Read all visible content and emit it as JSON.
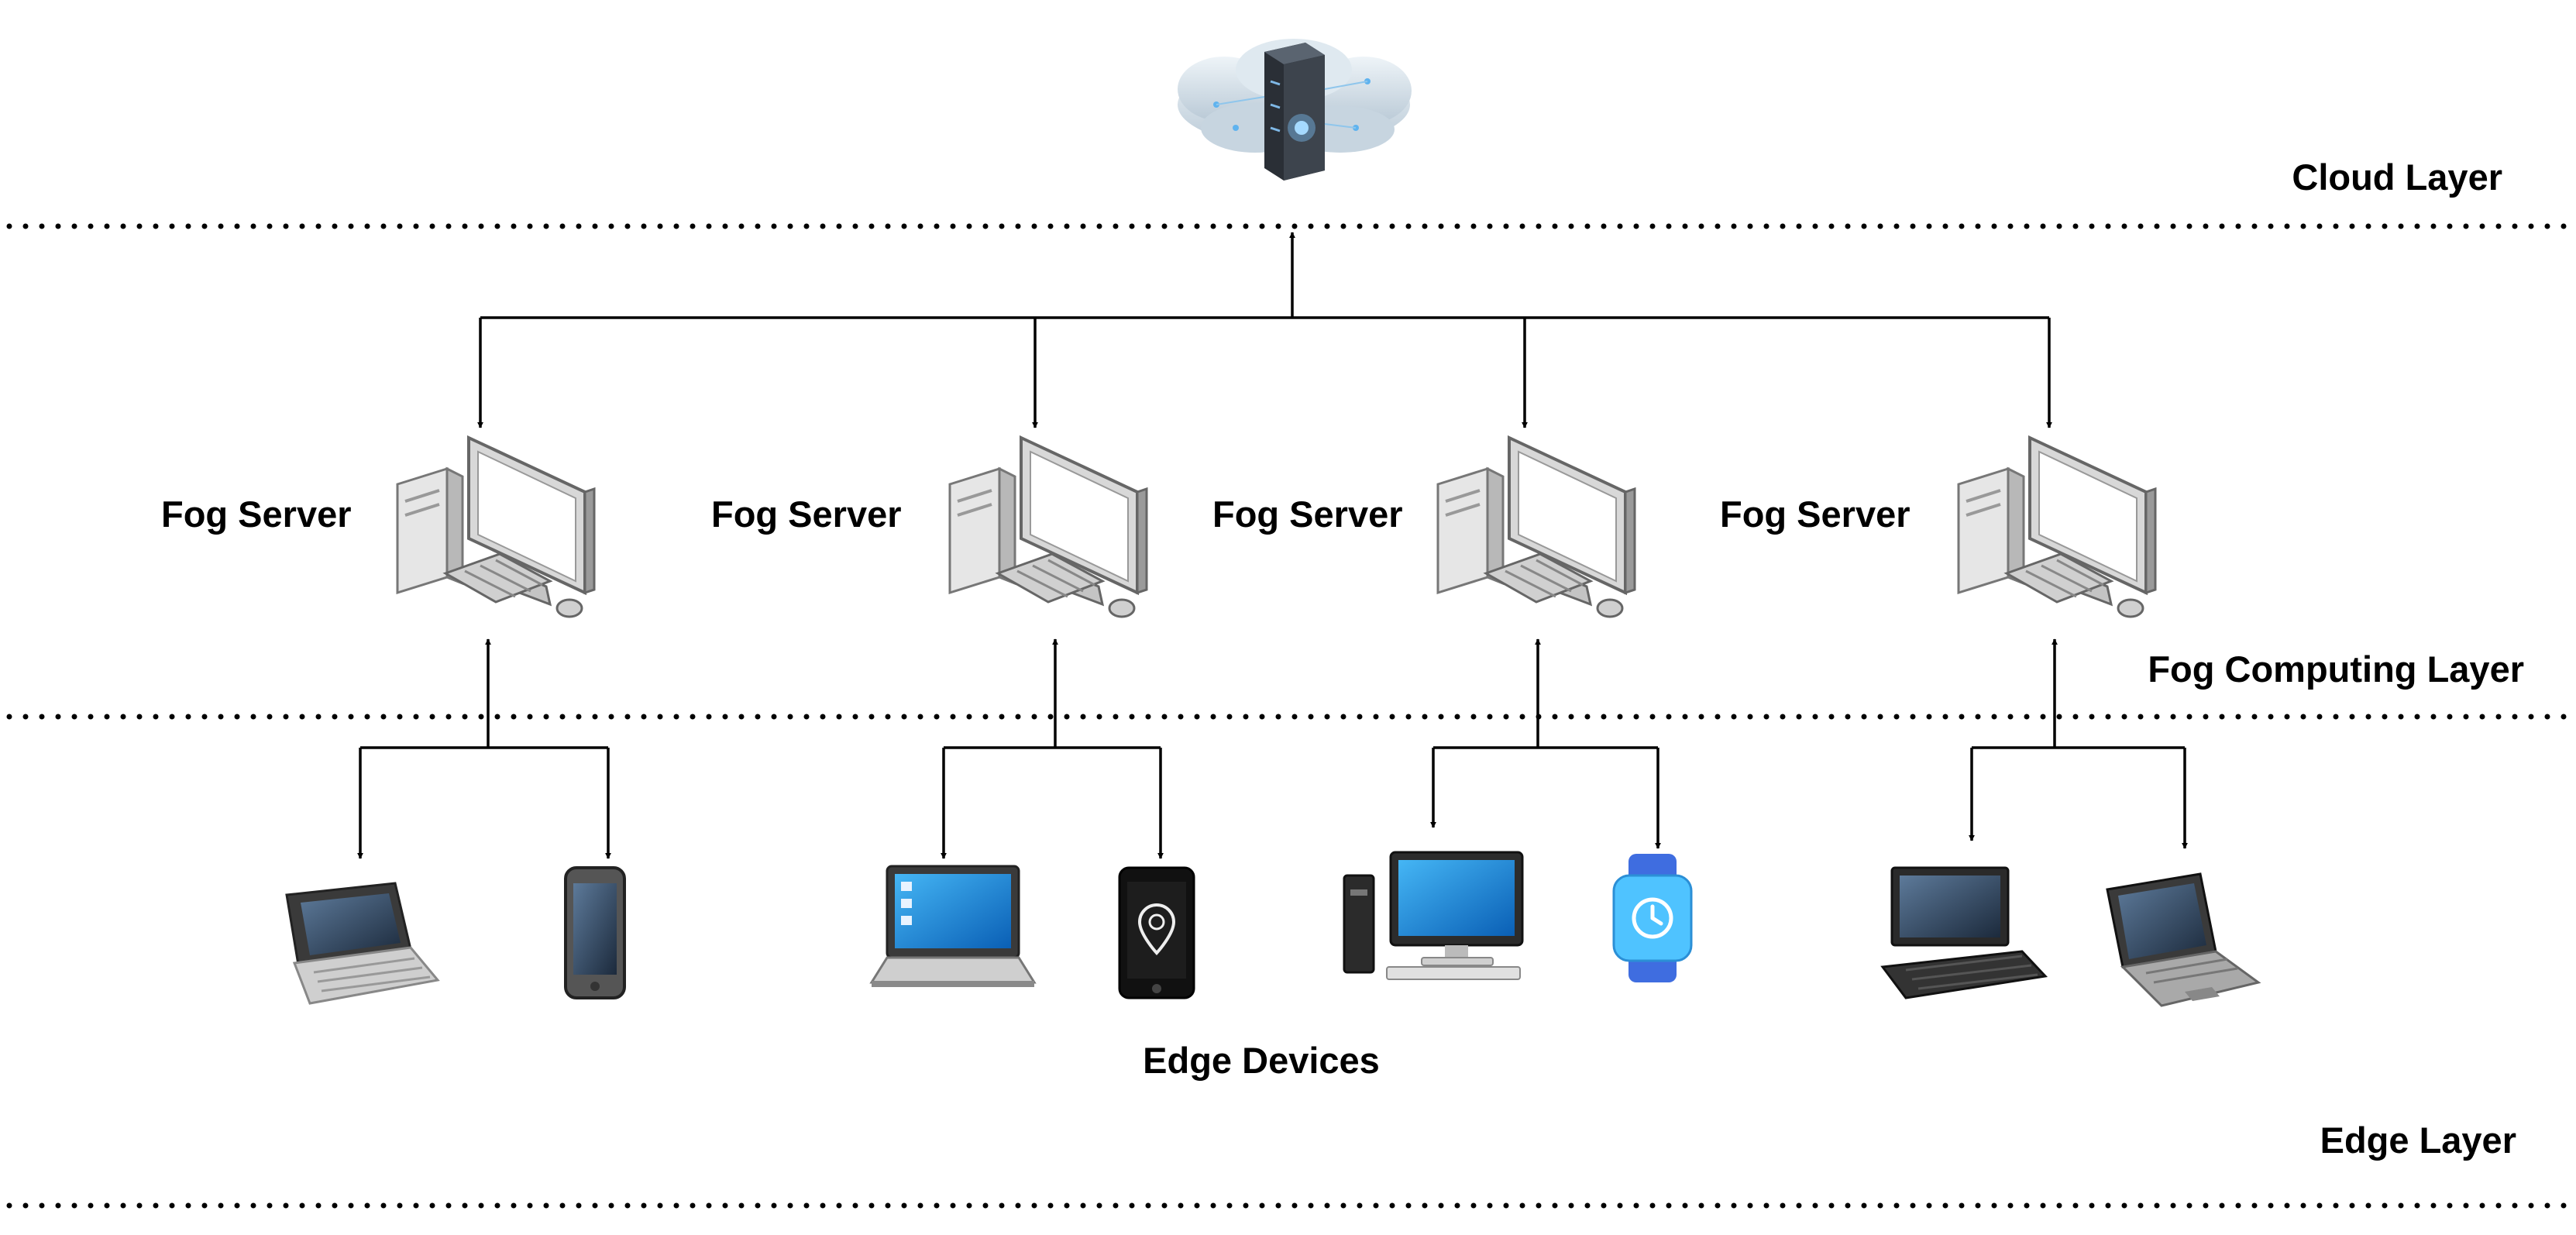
{
  "layers": {
    "cloud": "Cloud Layer",
    "fog": "Fog Computing Layer",
    "edge": "Edge Layer"
  },
  "fog_servers": [
    {
      "label": "Fog Server"
    },
    {
      "label": "Fog Server"
    },
    {
      "label": "Fog Server"
    },
    {
      "label": "Fog Server"
    }
  ],
  "edge_devices_caption": "Edge Devices",
  "icons": {
    "cloud": "cloud-server-icon",
    "fog_server": "desktop-computer-icon",
    "edge": [
      "handheld-pc-icon",
      "smartphone-icon",
      "laptop-icon",
      "smartphone-location-icon",
      "desktop-pc-icon",
      "smartwatch-icon",
      "netbook-icon",
      "laptop-icon"
    ]
  },
  "colors": {
    "line": "#000000",
    "watch": "#4fc3ff",
    "screen_blue": "#1a8fe0"
  }
}
